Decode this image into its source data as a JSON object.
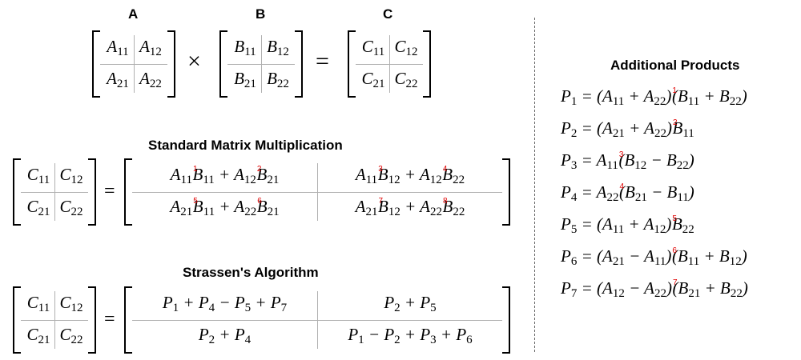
{
  "labels": {
    "a": "A",
    "b": "B",
    "c": "C",
    "standard_title": "Standard Matrix Multiplication",
    "strassen_title": "Strassen's Algorithm",
    "additional_title": "Additional Products"
  },
  "symbols": {
    "times": "×",
    "equals": "="
  },
  "matrices": {
    "A": [
      "A11",
      "A12",
      "A21",
      "A22"
    ],
    "B": [
      "B11",
      "B12",
      "B21",
      "B22"
    ],
    "C": [
      "C11",
      "C12",
      "C21",
      "C22"
    ]
  },
  "standard_cells": [
    "A11 B11 + A12 B21 (multiplications 1, 2)",
    "A11 B12 + A12 B22 (multiplications 3, 4)",
    "A21 B11 + A22 B21 (multiplications 5, 6)",
    "A21 B12 + A22 B22 (multiplications 7, 8)"
  ],
  "multiplication_markers": [
    "1",
    "2",
    "3",
    "4",
    "5",
    "6",
    "7",
    "8"
  ],
  "strassen_cells": [
    "P1 + P4 − P5 + P7",
    "P2 + P5",
    "P2 + P4",
    "P1 − P2 + P3 + P6"
  ],
  "products": [
    "P1 = (A11 + A22)(B11 + B22)",
    "P2 = (A21 + A22)B11",
    "P3 = A11(B12 − B22)",
    "P4 = A22(B21 − B11)",
    "P5 = (A11 + A12)B22",
    "P6 = (A21 − A11)(B11 + B12)",
    "P7 = (A12 − A22)(B21 + B22)"
  ],
  "product_markers": [
    "1",
    "2",
    "3",
    "4",
    "5",
    "6",
    "7"
  ],
  "colors": {
    "marker": "#e00000",
    "divider": "#b0b0b0",
    "text": "#000000"
  }
}
